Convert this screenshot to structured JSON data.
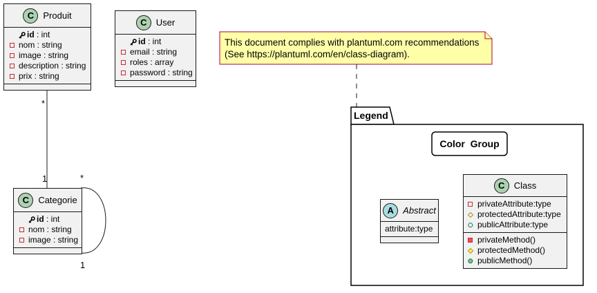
{
  "produit": {
    "spot": "C",
    "name": "Produit",
    "key_attribute": {
      "icon": "key-icon",
      "name": "id",
      "suffix": " : int"
    },
    "attributes": [
      {
        "icon": "private-field-icon",
        "text": "nom : string"
      },
      {
        "icon": "private-field-icon",
        "text": "image : string"
      },
      {
        "icon": "private-field-icon",
        "text": "description : string"
      },
      {
        "icon": "private-field-icon",
        "text": "prix : string"
      }
    ]
  },
  "user": {
    "spot": "C",
    "name": "User",
    "key_attribute": {
      "icon": "key-icon",
      "name": "id",
      "suffix": " : int"
    },
    "attributes": [
      {
        "icon": "private-field-icon",
        "text": "email : string"
      },
      {
        "icon": "private-field-icon",
        "text": "roles : array"
      },
      {
        "icon": "private-field-icon",
        "text": "password : string"
      }
    ]
  },
  "categorie": {
    "spot": "C",
    "name": "Categorie",
    "key_attribute": {
      "icon": "key-icon",
      "name": "id",
      "suffix": " : int"
    },
    "attributes": [
      {
        "icon": "private-field-icon",
        "text": "nom : string"
      },
      {
        "icon": "private-field-icon",
        "text": "image : string"
      }
    ]
  },
  "associations": [
    {
      "start_multiplicity": "*",
      "end_multiplicity": "1"
    },
    {
      "start_multiplicity": "*",
      "end_multiplicity": "1"
    }
  ],
  "note": {
    "lines": [
      "This document complies with plantuml.com recommendations",
      "(See https://plantuml.com/en/class-diagram)."
    ]
  },
  "legend": {
    "title": "Legend",
    "group_label": "Color  Group",
    "abstract_class": {
      "spot": "A",
      "name": "Abstract",
      "attributes": [
        "attribute:type"
      ]
    },
    "class": {
      "spot": "C",
      "name": "Class",
      "attributes": [
        {
          "icon": "private-field-icon",
          "text": "privateAttribute:type"
        },
        {
          "icon": "protected-field-icon",
          "text": "protectedAttribute:type"
        },
        {
          "icon": "public-field-icon",
          "text": "publicAttribute:type"
        }
      ],
      "methods": [
        {
          "icon": "private-method-icon",
          "text": "privateMethod()"
        },
        {
          "icon": "protected-method-icon",
          "text": "protectedMethod()"
        },
        {
          "icon": "public-method-icon",
          "text": "publicMethod()"
        }
      ]
    }
  },
  "colors": {
    "class_background": "#F1F1F1",
    "border": "#181818",
    "class_spot": "#ADD1B2",
    "abstract_spot": "#A9DCDF",
    "note_background": "#FFFFA8",
    "note_border": "#A80036",
    "private": "#C82930",
    "protected": "#B38D22",
    "public": "#038048"
  }
}
